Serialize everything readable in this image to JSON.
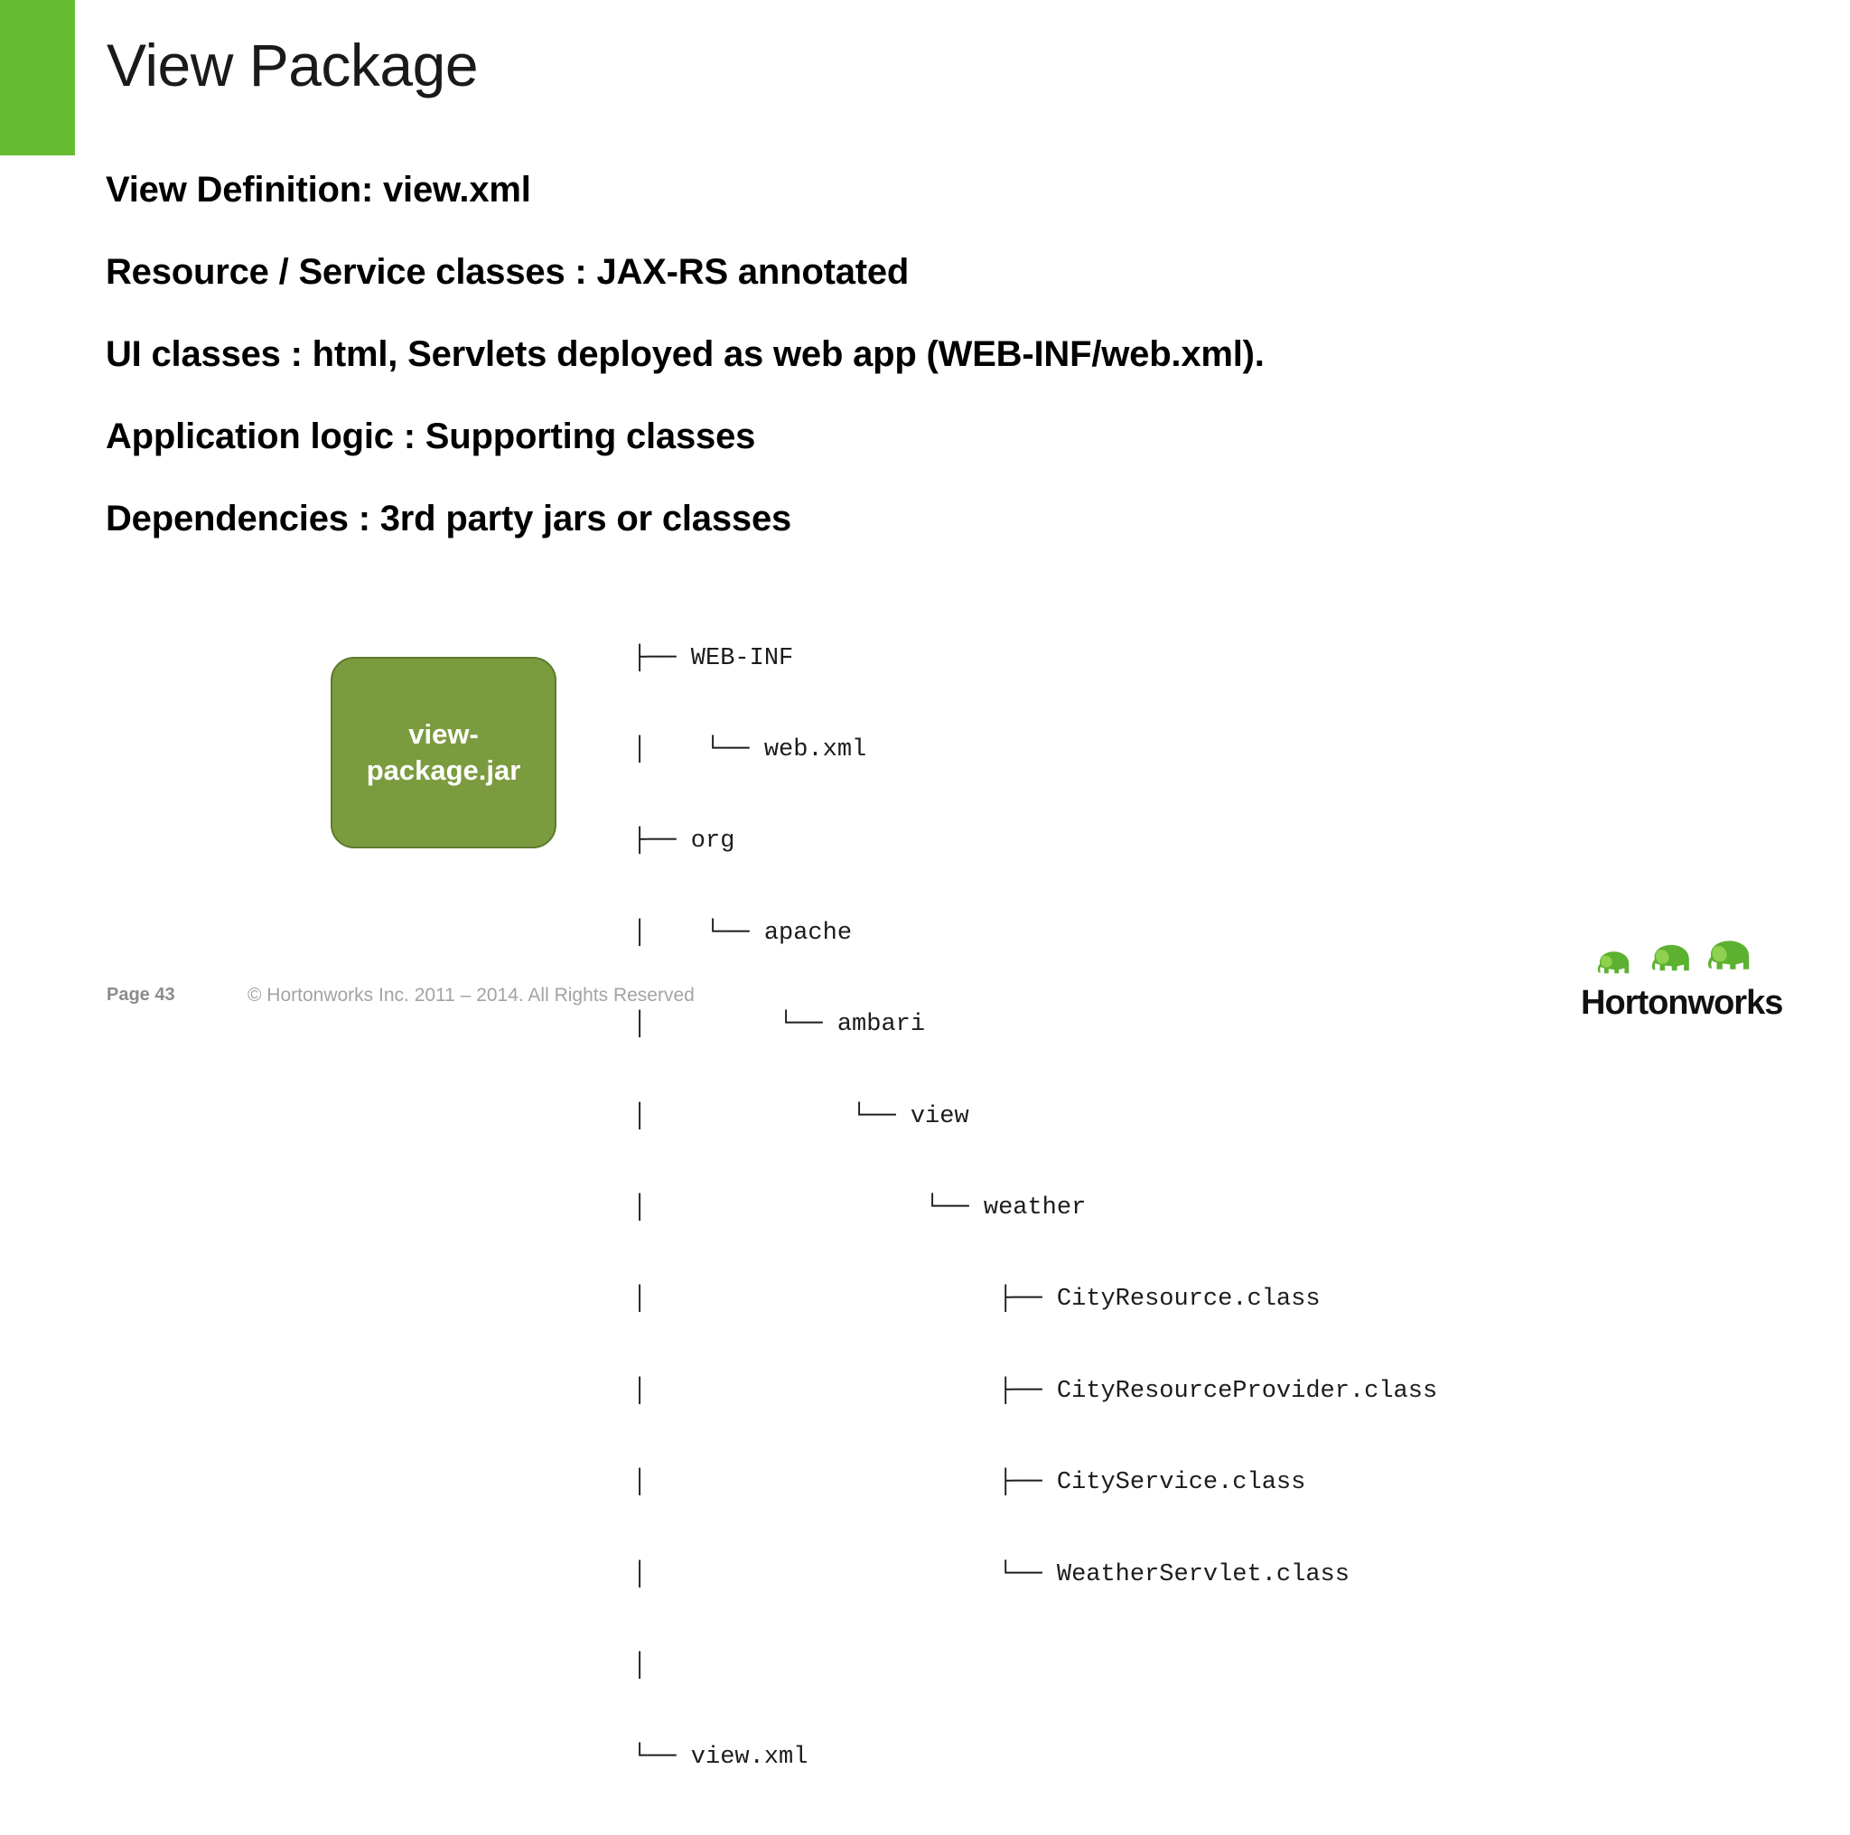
{
  "slide": {
    "title": "View Package",
    "accent_color": "#66bc30"
  },
  "bullets": [
    "View Definition: view.xml",
    "Resource / Service classes : JAX-RS annotated",
    "UI classes : html, Servlets deployed as web app (WEB-INF/web.xml).",
    "Application logic : Supporting classes",
    "Dependencies : 3rd party jars or classes"
  ],
  "jar_box": {
    "line1": "view-",
    "line2": "package.jar",
    "fill_color": "#7b9b3f",
    "border_color": "#5f7a2c",
    "text_color": "#ffffff"
  },
  "tree": {
    "rows": [
      "├── WEB-INF",
      "│    └── web.xml",
      "├── org",
      "│    └── apache",
      "│         └── ambari",
      "│              └── view",
      "│                   └── weather",
      "│                        ├── CityResource.class",
      "│                        ├── CityResourceProvider.class",
      "│                        ├── CityService.class",
      "│                        └── WeatherServlet.class",
      "│",
      "└── view.xml"
    ],
    "entries": [
      "WEB-INF",
      "web.xml",
      "org",
      "apache",
      "ambari",
      "view",
      "weather",
      "CityResource.class",
      "CityResourceProvider.class",
      "CityService.class",
      "WeatherServlet.class",
      "view.xml"
    ]
  },
  "footer": {
    "page_label": "Page 43",
    "copyright": "© Hortonworks Inc. 2011 – 2014. All Rights Reserved"
  },
  "logo": {
    "wordmark": "Hortonworks",
    "elephant_color": "#5cb130",
    "elephant_highlight": "#8fd14f",
    "wordmark_color": "#111111"
  }
}
